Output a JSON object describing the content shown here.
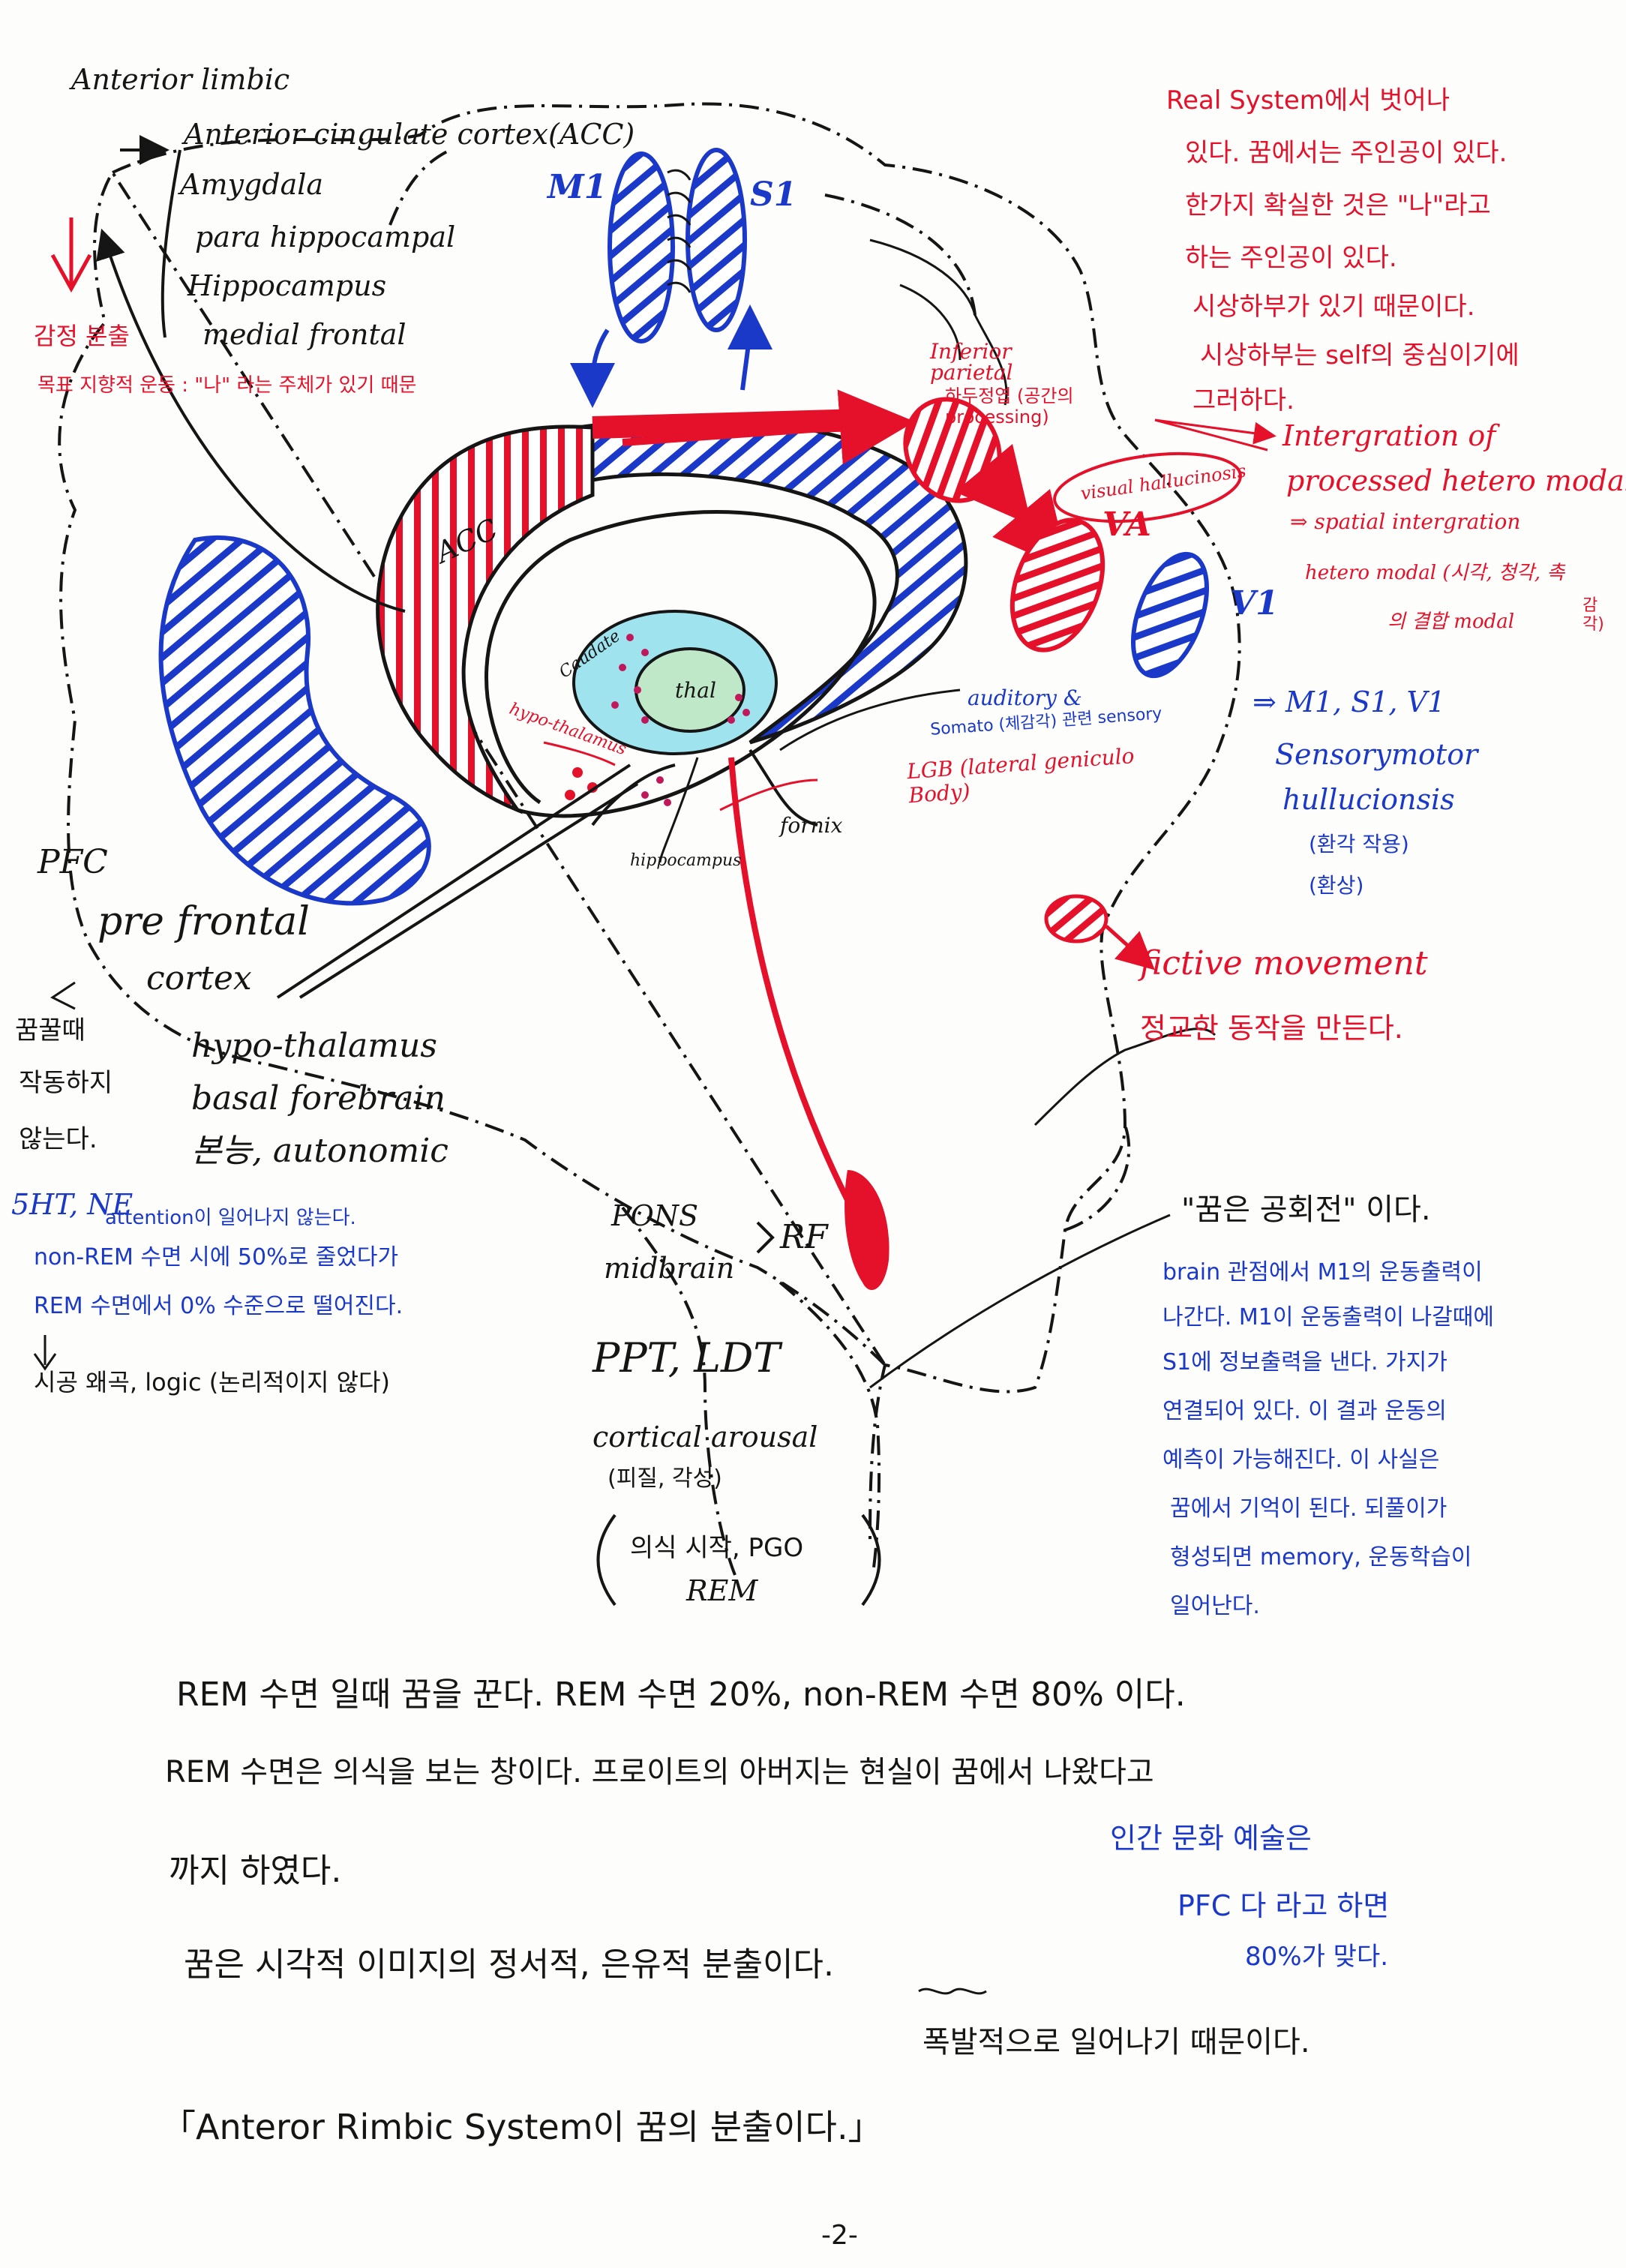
{
  "header": {
    "anterior_limbic": "Anterior limbic"
  },
  "limbic_list": [
    "Anterior cingulate cortex(ACC)",
    "Amygdala",
    "para hippocampal",
    "Hippocampus",
    "medial frontal"
  ],
  "emotion_note": {
    "line1": "감정 분출",
    "line2": "목표 지향적 운동 : \"나\" 라는 주체가 있기 때문"
  },
  "brain_labels": {
    "m1": "M1",
    "s1": "S1",
    "acc": "ACC",
    "caudate": "Caudate",
    "thal": "thal",
    "hypothalamus": "hypo-thalamus",
    "fornix": "fornix",
    "hippocampus": "hippocampus",
    "inferior_parietal": "Inferior parietal",
    "inferior_parietal_kr": "하두정엽 (공간의 processing)",
    "visual_hallucination": "visual hallucinosis",
    "va": "VA",
    "v1": "V1",
    "auditory": "auditory &",
    "somato": "Somato (체감각) 관련 sensory",
    "lgb": "LGB (lateral geniculo Body)"
  },
  "right_note": {
    "lines": [
      "Real System에서 벗어나",
      "있다. 꿈에서는 주인공이 있다.",
      "한가지 확실한 것은 \"나\"라고",
      "하는 주인공이 있다.",
      "시상하부가 있기 때문이다.",
      "시상하부는 self의 중심이기에",
      "그러하다."
    ]
  },
  "integration": {
    "line1": "Intergration of",
    "line2": "processed hetero modal",
    "line3": "⇒ spatial intergration",
    "line4": "hetero modal (시각, 청각, 촉",
    "line5": "의 결합 modal",
    "tail": "감각)"
  },
  "sensory": {
    "line1": "⇒ M1, S1, V1",
    "line2": "Sensorymotor",
    "line3": "hullucionsis",
    "line4": "(환각 작용)",
    "line5": "(환상)"
  },
  "fictive": {
    "line1": "fictive movement",
    "line2": "정교한 동작을 만든다."
  },
  "pfc": {
    "abbr": "PFC",
    "line1": "pre frontal",
    "line2": "cortex",
    "note1": "꿈꿀때",
    "note2": "작동하지",
    "note3": "않는다."
  },
  "hypo": {
    "line1": "hypo-thalamus",
    "line2": "basal forebrain",
    "line3": "본능, autonomic"
  },
  "serotonin": {
    "title": "5HT, NE",
    "line1": "attention이 일어나지 않는다.",
    "line2": "non-REM 수면 시에 50%로 줄었다가",
    "line3": "REM 수면에서 0% 수준으로 떨어진다.",
    "line4": "시공 왜곡, logic (논리적이지 않다)"
  },
  "pons": {
    "pons": "PONS",
    "midbrain": "midbrain",
    "rf": "RF",
    "ppt": "PPT, LDT",
    "arousal": "cortical arousal",
    "arousal_kr": "(피질, 각성)",
    "pgo": "의식 시작, PGO",
    "rem": "REM"
  },
  "dream_note": {
    "title": "\"꿈은 공회전\" 이다.",
    "lines": [
      "brain 관점에서 M1의 운동출력이",
      "나간다. M1이 운동출력이 나갈때에",
      "S1에 정보출력을 낸다. 가지가",
      "연결되어 있다. 이 결과 운동의",
      "예측이 가능해진다. 이 사실은",
      "꿈에서 기억이 된다. 되풀이가",
      "형성되면 memory, 운동학습이",
      "일어난다."
    ]
  },
  "bottom": {
    "line1": "REM 수면 일때 꿈을 꾼다. REM 수면 20%, non-REM 수면 80% 이다.",
    "line2": "REM 수면은 의식을 보는 창이다. 프로이트의 아버지는 현실이 꿈에서 나왔다고",
    "line3": "까지 하였다.",
    "line4": "꿈은 시각적 이미지의 정서적, 은유적 분출이다.",
    "line5": "폭발적으로 일어나기 때문이다.",
    "side1": "인간 문화 예술은",
    "side2": "PFC 다 라고 하면",
    "side3": "80%가 맞다.",
    "quote": "「Anteror Rimbic System이 꿈의 분출이다.」",
    "page": "-2-"
  },
  "colors": {
    "red": "#e5112a",
    "blue": "#1b39c9",
    "cyan": "#9fe3ef",
    "green": "#bfe8c8",
    "ink": "#151515"
  }
}
